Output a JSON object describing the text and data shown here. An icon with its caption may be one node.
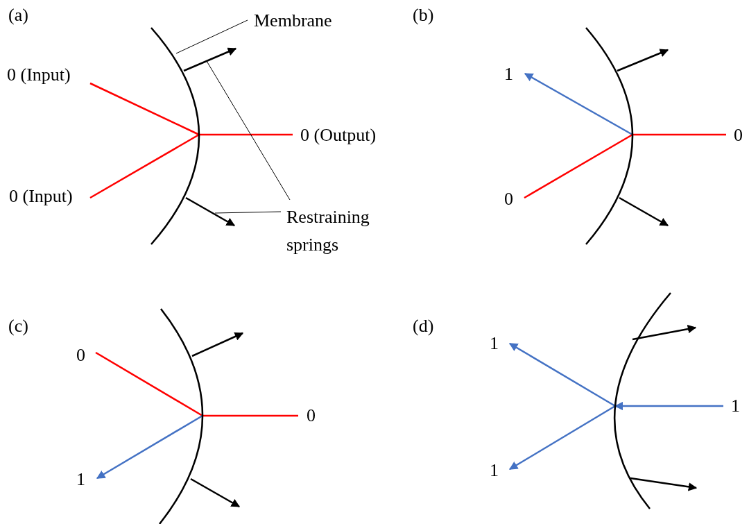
{
  "diagram": {
    "nodes": [
      {
        "text": [],
        "shape": "arc"
      },
      {
        "text": [
          "Membrane"
        ]
      },
      {
        "text": [
          "0 (Input)"
        ]
      },
      {
        "text": [],
        "shape": "arrow"
      },
      {
        "text": [
          "0 (Output)"
        ]
      },
      {
        "text": [
          "0 (Input)"
        ]
      },
      {
        "text": [],
        "shape": "arrow"
      },
      {
        "text": [
          "Restraining springs"
        ]
      },
      {
        "text": [],
        "shape": "arc"
      },
      {
        "text": [
          "1"
        ]
      },
      {
        "text": [
          "0"
        ]
      },
      {
        "text": [
          "0"
        ]
      },
      {
        "text": [],
        "shape": "arc"
      },
      {
        "text": [
          "0"
        ]
      },
      {
        "text": [
          "0"
        ]
      },
      {
        "text": [
          "1"
        ]
      },
      {
        "text": [],
        "shape": "arc"
      },
      {
        "text": [
          "1"
        ]
      },
      {
        "text": [
          "1"
        ]
      },
      {
        "text": [
          "1"
        ]
      }
    ],
    "edges": [
      {
        "from": 2,
        "to": 0,
        "arrow": "none"
      },
      {
        "from": 5,
        "to": 0,
        "arrow": "none"
      },
      {
        "from": 0,
        "to": 4,
        "arrow": "none"
      },
      {
        "from": 1,
        "to": 0,
        "arrow": "none",
        "color": "#000000"
      },
      {
        "from": 7,
        "to": 3,
        "arrow": "none",
        "color": "#000000"
      },
      {
        "from": 7,
        "to": 6,
        "arrow": "none",
        "color": "#000000"
      },
      {
        "from": 8,
        "to": 9,
        "arrow": "to",
        "color": "#4472c4"
      },
      {
        "from": 8,
        "to": 10,
        "arrow": "none"
      },
      {
        "from": 11,
        "to": 8,
        "arrow": "none"
      },
      {
        "from": 13,
        "to": 12,
        "arrow": "none"
      },
      {
        "from": 12,
        "to": 14,
        "arrow": "none"
      },
      {
        "from": 12,
        "to": 15,
        "arrow": "to",
        "color": "#4472c4"
      },
      {
        "from": 18,
        "to": 16,
        "arrow": "to",
        "color": "#4472c4"
      },
      {
        "from": 16,
        "to": 17,
        "arrow": "to",
        "color": "#4472c4"
      },
      {
        "from": 16,
        "to": 19,
        "arrow": "to",
        "color": "#4472c4"
      }
    ],
    "labels": [
      "(a)",
      "(b)",
      "(c)",
      "(d)"
    ]
  }
}
